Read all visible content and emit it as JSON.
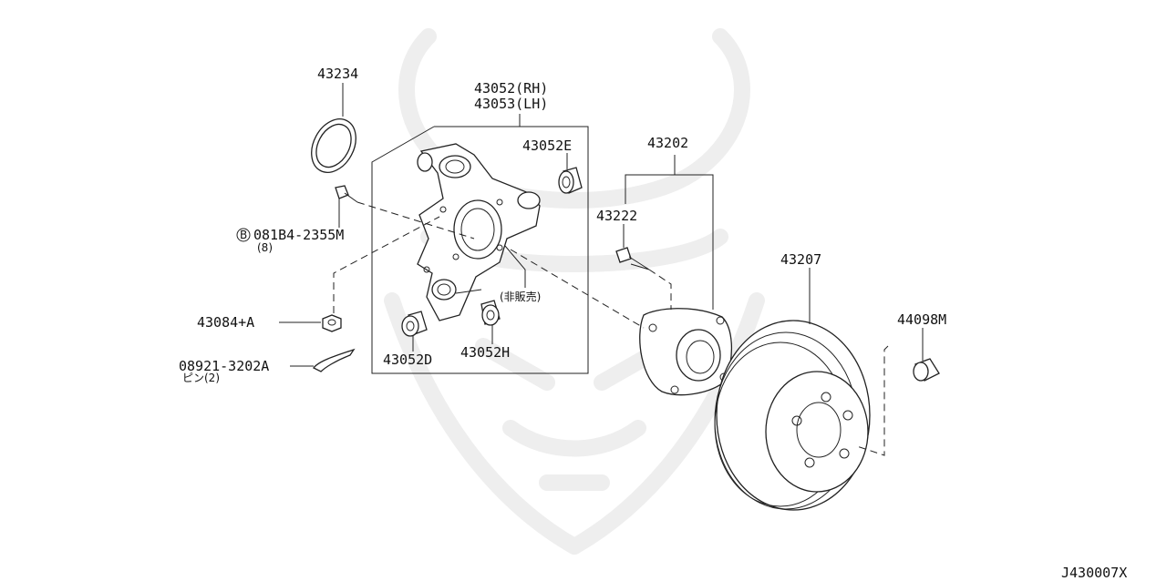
{
  "diagram": {
    "drawing_id": "J430007X",
    "callouts": {
      "seal": "43234",
      "knuckle_rh": "43052(RH)",
      "knuckle_lh": "43053(LH)",
      "bushing_e": "43052E",
      "hub_assembly": "43202",
      "hub_bolt": "43222",
      "bolt_ref_letter": "B",
      "bolt": "081B4-2355M",
      "bolt_qty": "(8)",
      "not_sold": "(非販売)",
      "nut": "43084+A",
      "cotter_pin": "08921-3202A",
      "pin_label": "ピン(2)",
      "bushing_d": "43052D",
      "bushing_h": "43052H",
      "disc_rotor": "43207",
      "cap": "44098M"
    }
  }
}
